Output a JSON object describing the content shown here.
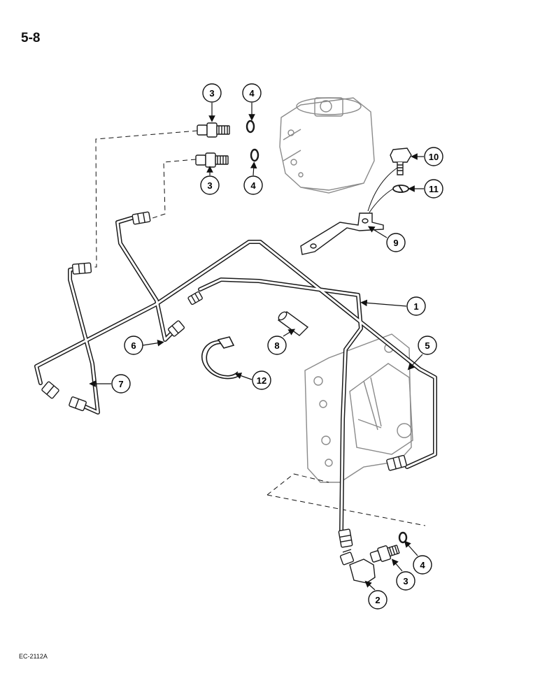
{
  "page": {
    "number": "5-8",
    "figure_code": "EC-2112A"
  },
  "callouts": [
    "3",
    "4",
    "3",
    "4",
    "10",
    "11",
    "9",
    "1",
    "5",
    "6",
    "8",
    "12",
    "7",
    "2",
    "3",
    "4"
  ],
  "colors": {
    "ink": "#1a1a1a",
    "ghost": "#8a8a8a"
  }
}
